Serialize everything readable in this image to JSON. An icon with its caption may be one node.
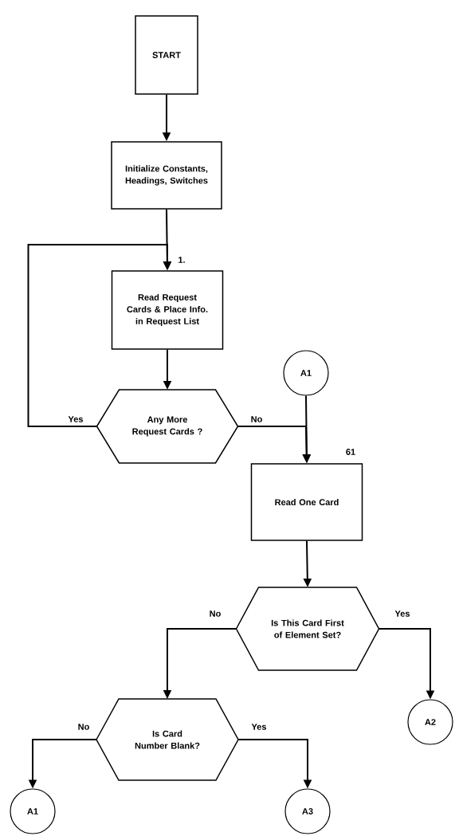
{
  "diagram": {
    "nodes": [
      {
        "text": [
          "START"
        ]
      },
      {
        "text": [
          "Initialize Constants, Headings, Switches"
        ]
      },
      {
        "text": [
          "Read Request Cards & Place Info. in Request List"
        ],
        "beside": [
          "1."
        ]
      },
      {
        "text": [
          "Any More Request Cards ?"
        ]
      },
      {
        "text": [
          "A1"
        ]
      },
      {
        "text": [
          "Read One Card"
        ],
        "beside": [
          "61"
        ]
      },
      {
        "text": [
          "Is This Card First of Element Set?"
        ]
      },
      {
        "text": [
          "Is Card Number Blank?"
        ]
      },
      {
        "text": [
          "A2"
        ]
      },
      {
        "text": [
          "A1"
        ]
      },
      {
        "text": [
          "A3"
        ]
      }
    ],
    "edges": [
      {
        "from": 0,
        "to": 1,
        "arrow": "to"
      },
      {
        "from": 1,
        "to": 2,
        "arrow": "to"
      },
      {
        "from": 2,
        "to": 3,
        "arrow": "to"
      },
      {
        "from": 3,
        "to": 2,
        "arrow": "to",
        "label": "Yes"
      },
      {
        "from": 3,
        "to": 5,
        "arrow": "to",
        "label": "No"
      },
      {
        "from": 4,
        "to": 5,
        "arrow": "to"
      },
      {
        "from": 5,
        "to": 6,
        "arrow": "to"
      },
      {
        "from": 6,
        "to": 7,
        "arrow": "to",
        "label": "No"
      },
      {
        "from": 6,
        "to": 8,
        "arrow": "to",
        "label": "Yes"
      },
      {
        "from": 7,
        "to": 9,
        "arrow": "to",
        "label": "No"
      },
      {
        "from": 7,
        "to": 10,
        "arrow": "to",
        "label": "Yes"
      }
    ]
  }
}
